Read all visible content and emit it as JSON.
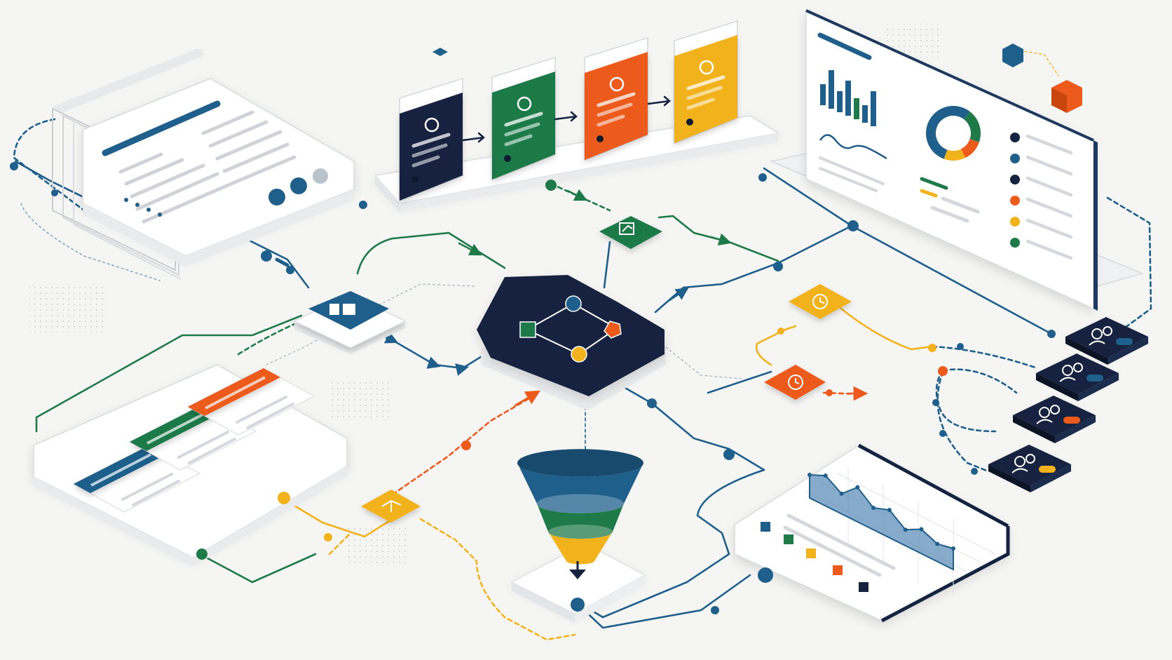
{
  "palette": {
    "navy": "#14233f",
    "blue": "#1f5f8b",
    "green": "#1f7a4a",
    "orange": "#ec5a1c",
    "yellow": "#f2b21b",
    "light": "#ffffff",
    "line_gray": "#d8dbde",
    "bg": "#f5f5f4"
  },
  "icons": {
    "hub": "workflow-graph-icon",
    "top_gear": "chart-gear-icon",
    "left_node": "document-icon",
    "timer_yellow": "clock-icon",
    "timer_orange": "timer-icon",
    "branch_yellow": "branch-icon",
    "funnel": "funnel-icon",
    "users": "user-group-icon"
  },
  "pipeline_cards": [
    {
      "color": "navy"
    },
    {
      "color": "green"
    },
    {
      "color": "orange"
    },
    {
      "color": "yellow"
    }
  ],
  "dashboard_legend": [
    "navy",
    "blue",
    "navy",
    "orange",
    "yellow",
    "green"
  ],
  "tile_cards": [
    {
      "color": "blue"
    },
    {
      "color": "green"
    },
    {
      "color": "orange"
    }
  ],
  "user_cards": [
    {
      "badge": "blue"
    },
    {
      "badge": "blue"
    },
    {
      "badge": "orange"
    },
    {
      "badge": "yellow"
    }
  ],
  "area_chart": {
    "values": [
      0.55,
      0.72,
      0.48,
      0.82,
      0.52,
      0.66,
      0.38,
      0.58,
      0.42,
      0.5
    ]
  },
  "funnel_stages": [
    "blue",
    "green",
    "yellow"
  ]
}
